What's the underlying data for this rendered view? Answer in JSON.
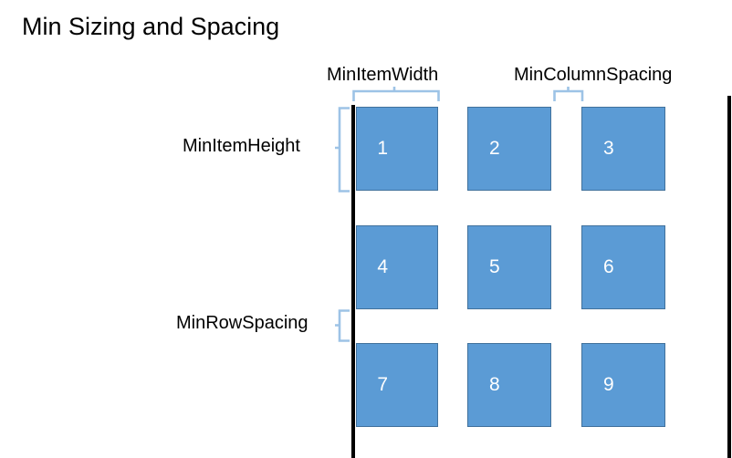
{
  "slide": {
    "title": "Min Sizing and Spacing",
    "background_color": "#FFFFFF"
  },
  "theme": {
    "item_fill": "#5B9BD5",
    "item_border": "#41719C",
    "item_text_color": "#FFFFFF",
    "brace_color": "#9DC3E6",
    "boundary_color": "#000000",
    "label_color": "#000000"
  },
  "annotations": {
    "min_item_width": "MinItemWidth",
    "min_column_spacing": "MinColumnSpacing",
    "min_item_height": "MinItemHeight",
    "min_row_spacing": "MinRowSpacing"
  },
  "grid": {
    "rows": 3,
    "columns": 3,
    "items": [
      {
        "label": "1",
        "row": 1,
        "column": 1
      },
      {
        "label": "2",
        "row": 1,
        "column": 2
      },
      {
        "label": "3",
        "row": 1,
        "column": 3
      },
      {
        "label": "4",
        "row": 2,
        "column": 1
      },
      {
        "label": "5",
        "row": 2,
        "column": 2
      },
      {
        "label": "6",
        "row": 2,
        "column": 3
      },
      {
        "label": "7",
        "row": 3,
        "column": 1
      },
      {
        "label": "8",
        "row": 3,
        "column": 2
      },
      {
        "label": "9",
        "row": 3,
        "column": 3
      }
    ]
  },
  "boundaries": {
    "left_edge_name": "left-boundary-line",
    "right_edge_name": "right-boundary-line"
  }
}
